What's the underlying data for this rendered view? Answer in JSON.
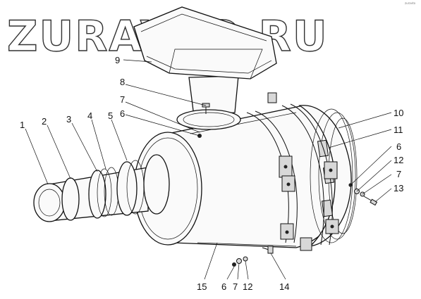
{
  "watermark": "ZURAVTO.RU",
  "corner_mark": "zuravto",
  "callouts": [
    {
      "id": "c1",
      "label": "1"
    },
    {
      "id": "c2",
      "label": "2"
    },
    {
      "id": "c3",
      "label": "3"
    },
    {
      "id": "c4",
      "label": "4"
    },
    {
      "id": "c5",
      "label": "5"
    },
    {
      "id": "c6a",
      "label": "6"
    },
    {
      "id": "c7a",
      "label": "7"
    },
    {
      "id": "c8",
      "label": "8"
    },
    {
      "id": "c9",
      "label": "9"
    },
    {
      "id": "c10",
      "label": "10"
    },
    {
      "id": "c11",
      "label": "11"
    },
    {
      "id": "c6b",
      "label": "6"
    },
    {
      "id": "c12a",
      "label": "12"
    },
    {
      "id": "c7b",
      "label": "7"
    },
    {
      "id": "c13",
      "label": "13"
    },
    {
      "id": "c15",
      "label": "15"
    },
    {
      "id": "c6c",
      "label": "6"
    },
    {
      "id": "c7c",
      "label": "7"
    },
    {
      "id": "c12b",
      "label": "12"
    },
    {
      "id": "c14",
      "label": "14"
    }
  ]
}
